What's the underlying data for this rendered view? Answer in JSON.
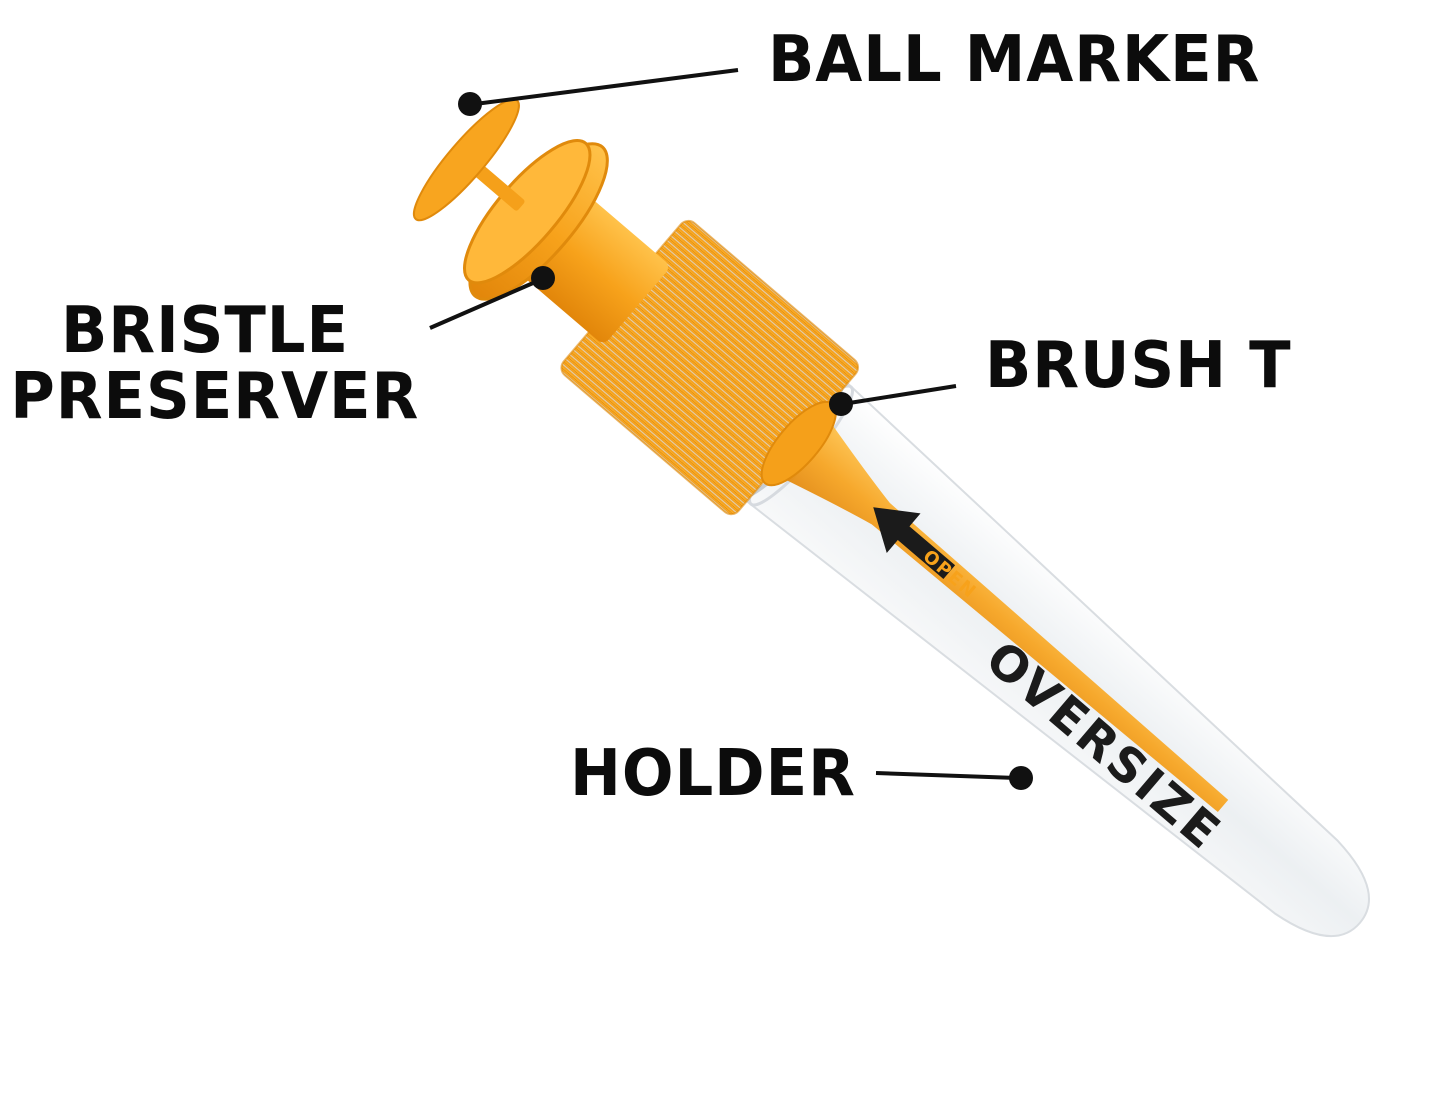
{
  "labels": {
    "ball_marker": "BALL MARKER",
    "bristle_preserver_line1": "BRISTLE",
    "bristle_preserver_line2": "PRESERVER",
    "brush_t": "BRUSH T",
    "holder": "HOLDER"
  },
  "product_text": {
    "arrow_label": "OPEN",
    "brand_text": "OVERSIZE"
  },
  "colors": {
    "orange": "#f7a21b",
    "orange_dark": "#e58a0c",
    "orange_light": "#ffc24a",
    "clear_tube": "#eef1f3",
    "line": "#111111"
  }
}
